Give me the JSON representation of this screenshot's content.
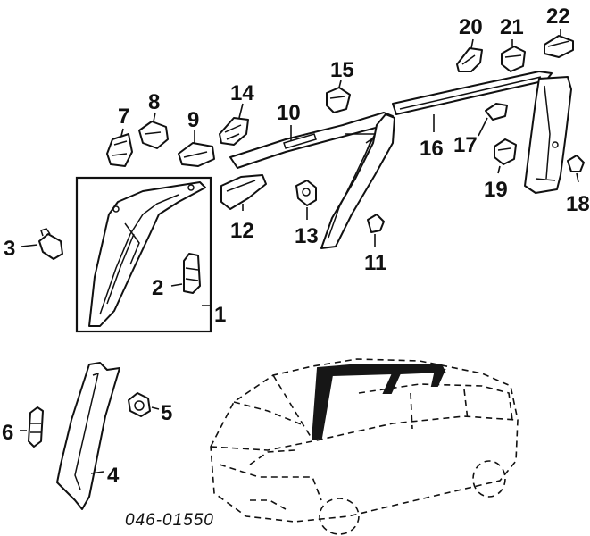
{
  "diagram_number": "046-01550",
  "callouts": [
    {
      "id": "1",
      "text": "1"
    },
    {
      "id": "2",
      "text": "2"
    },
    {
      "id": "3",
      "text": "3"
    },
    {
      "id": "4",
      "text": "4"
    },
    {
      "id": "5",
      "text": "5"
    },
    {
      "id": "6",
      "text": "6"
    },
    {
      "id": "7",
      "text": "7"
    },
    {
      "id": "8",
      "text": "8"
    },
    {
      "id": "9",
      "text": "9"
    },
    {
      "id": "10",
      "text": "10"
    },
    {
      "id": "11",
      "text": "11"
    },
    {
      "id": "12",
      "text": "12"
    },
    {
      "id": "13",
      "text": "13"
    },
    {
      "id": "14",
      "text": "14"
    },
    {
      "id": "15",
      "text": "15"
    },
    {
      "id": "16",
      "text": "16"
    },
    {
      "id": "17",
      "text": "17"
    },
    {
      "id": "18",
      "text": "18"
    },
    {
      "id": "19",
      "text": "19"
    },
    {
      "id": "20",
      "text": "20"
    },
    {
      "id": "21",
      "text": "21"
    },
    {
      "id": "22",
      "text": "22"
    }
  ],
  "colors": {
    "ink": "#111111",
    "background": "#ffffff"
  }
}
